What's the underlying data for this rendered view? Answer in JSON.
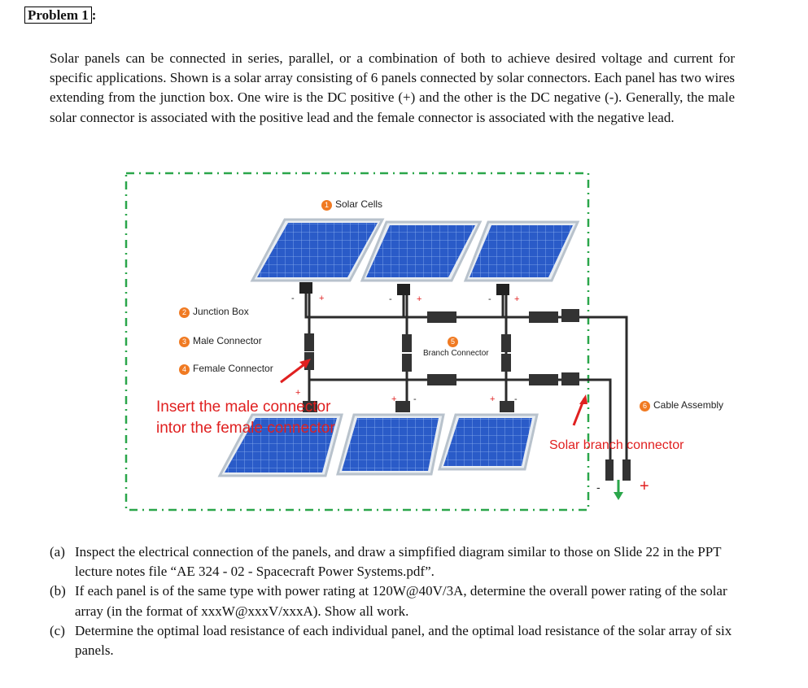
{
  "problem": {
    "title_boxed": "Problem 1",
    "title_suffix": ":"
  },
  "intro": "Solar panels can be connected in series, parallel, or a combination of both to achieve desired voltage and current for specific applications. Shown is a solar array consisting of 6 panels connected by solar connectors. Each panel has two wires extending from the junction box. One wire is the DC positive (+) and the other is the DC negative (-). Generally, the male solar connector is associated with the positive lead and the female connector is associated with the negative lead.",
  "figure": {
    "labels": {
      "solar_cells": "Solar Cells",
      "junction_box": "Junction Box",
      "male_connector": "Male Connector",
      "female_connector": "Female Connector",
      "branch_connector": "Branch Connector",
      "cable_assembly": "Cable Assembly"
    },
    "numbers": {
      "n1": "1",
      "n2": "2",
      "n3": "3",
      "n4": "4",
      "n5": "5",
      "n6": "6"
    },
    "annotations": {
      "insert_line1": "Insert the male connector",
      "insert_line2": "intor the female connector",
      "branch": "Solar branch connector"
    },
    "polarity": {
      "plus": "+",
      "minus": "-"
    },
    "colors": {
      "panel": "#2a5bc8",
      "frame": "#cfd6de",
      "wire": "#2b2b2b",
      "red": "#e02020",
      "orange": "#f07a22",
      "border": "#2aa64a"
    }
  },
  "questions": [
    {
      "label": "(a)",
      "text": "Inspect the electrical connection of the panels, and draw a simpfified diagram similar to those on Slide 22 in the PPT lecture notes file “AE 324 - 02 - Spacecraft Power Systems.pdf”."
    },
    {
      "label": "(b)",
      "text": "If each panel is of the same type with power rating at 120W@40V/3A, determine the overall power rating of the solar array (in the format of xxxW@xxxV/xxxA). Show all work."
    },
    {
      "label": "(c)",
      "text": "Determine the optimal load resistance of each individual panel, and the optimal load resistance of the solar array of six panels."
    }
  ]
}
